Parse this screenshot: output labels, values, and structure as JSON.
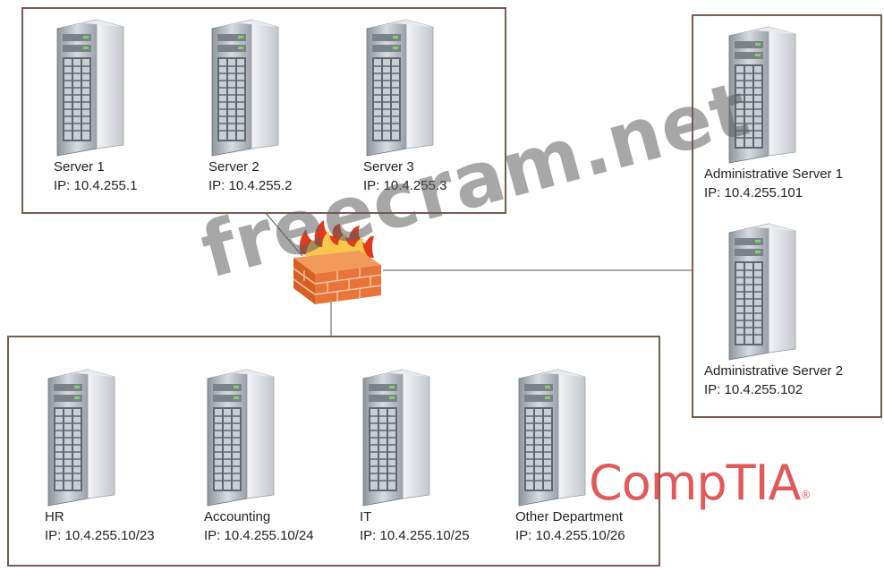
{
  "top_group": {
    "servers": [
      {
        "name": "Server 1",
        "ip": "IP: 10.4.255.1"
      },
      {
        "name": "Server 2",
        "ip": "IP: 10.4.255.2"
      },
      {
        "name": "Server 3",
        "ip": "IP: 10.4.255.3"
      }
    ]
  },
  "right_group": {
    "servers": [
      {
        "name": "Administrative Server 1",
        "ip": "IP: 10.4.255.101"
      },
      {
        "name": "Administrative Server 2",
        "ip": "IP: 10.4.255.102"
      }
    ]
  },
  "bottom_group": {
    "servers": [
      {
        "name": "HR",
        "ip": "IP: 10.4.255.10/23"
      },
      {
        "name": "Accounting",
        "ip": "IP: 10.4.255.10/24"
      },
      {
        "name": "IT",
        "ip": "IP: 10.4.255.10/25"
      },
      {
        "name": "Other Department",
        "ip": "IP: 10.4.255.10/26"
      }
    ]
  },
  "firewall": {
    "icon": "firewall-icon"
  },
  "watermark": "freecram.net",
  "brand": {
    "name": "CompTIA",
    "mark": "®"
  },
  "colors": {
    "box_border": "#7a5a52",
    "brick": "#e8743a",
    "flame": "#e23a1a",
    "brand": "#dc3c3c"
  }
}
